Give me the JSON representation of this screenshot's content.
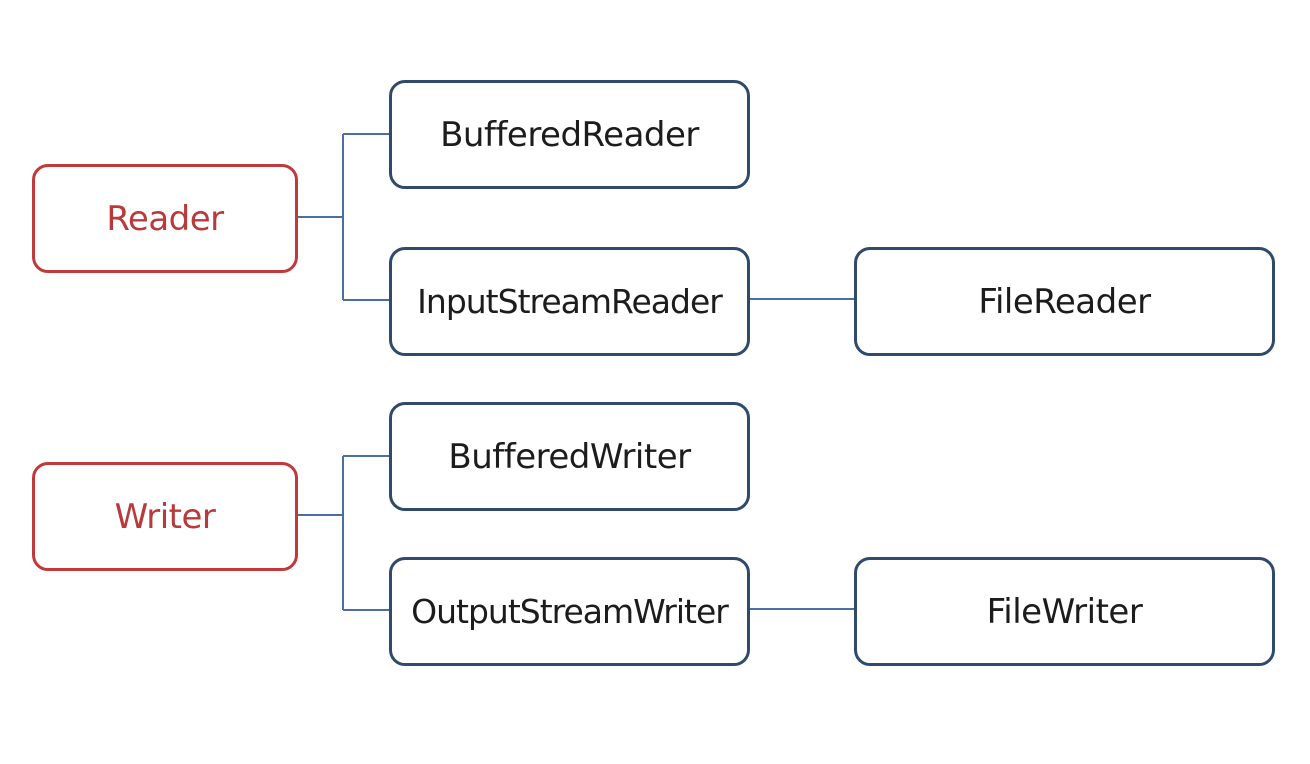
{
  "nodes": {
    "reader": "Reader",
    "writer": "Writer",
    "buffered_reader": "BufferedReader",
    "input_stream_reader": "InputStreamReader",
    "file_reader": "FileReader",
    "buffered_writer": "BufferedWriter",
    "output_stream_writer": "OutputStreamWriter",
    "file_writer": "FileWriter"
  },
  "colors": {
    "root_border": "#c0393b",
    "root_text": "#b83a3c",
    "child_border": "#2f4a6a",
    "connector": "#4a6fa5"
  }
}
